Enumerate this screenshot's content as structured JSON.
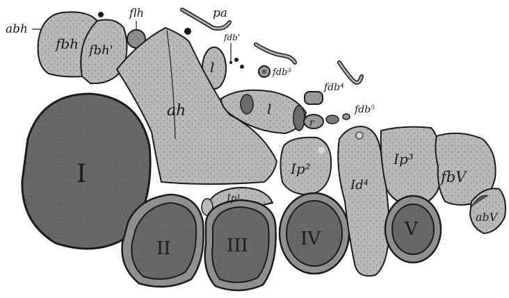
{
  "colors": {
    "light_tissue": "#b9b9b9",
    "medium_tissue": "#8f8f8f",
    "dark_tissue": "#6b6b6b",
    "core": "#7c7c7c",
    "outline": "#1a1a1a",
    "background": "#ffffff"
  },
  "labels": {
    "abh": "abh",
    "fbh": "fbh",
    "fbh_prime": "fbh'",
    "flh": "flh",
    "pa": "pa",
    "fdb1": "fdb'",
    "fdb3": "fdb³",
    "fdb4": "fdb⁴",
    "fdb5": "fdb⁵",
    "l_small": "l",
    "ah": "ah",
    "l_large": "l",
    "r": "r",
    "I": "I",
    "Ip2": "Ip²",
    "Id4": "Id⁴",
    "Ip3": "Ip³",
    "fbV": "fbV",
    "abV": "abV",
    "Ip1": "Ip¹",
    "II": "II",
    "III": "III",
    "IV": "IV",
    "V": "V"
  }
}
